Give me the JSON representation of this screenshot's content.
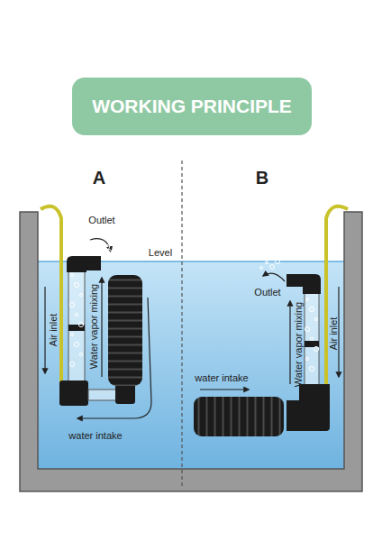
{
  "diagram": {
    "title": "WORKING PRINCIPLE",
    "labels": [
      "A",
      "B",
      "Outlet",
      "Level",
      "Water vapor mixing",
      "Air inlet",
      "water intake",
      "Outlet",
      "Water vapor mixing",
      "Air inlet",
      "water intake"
    ]
  }
}
